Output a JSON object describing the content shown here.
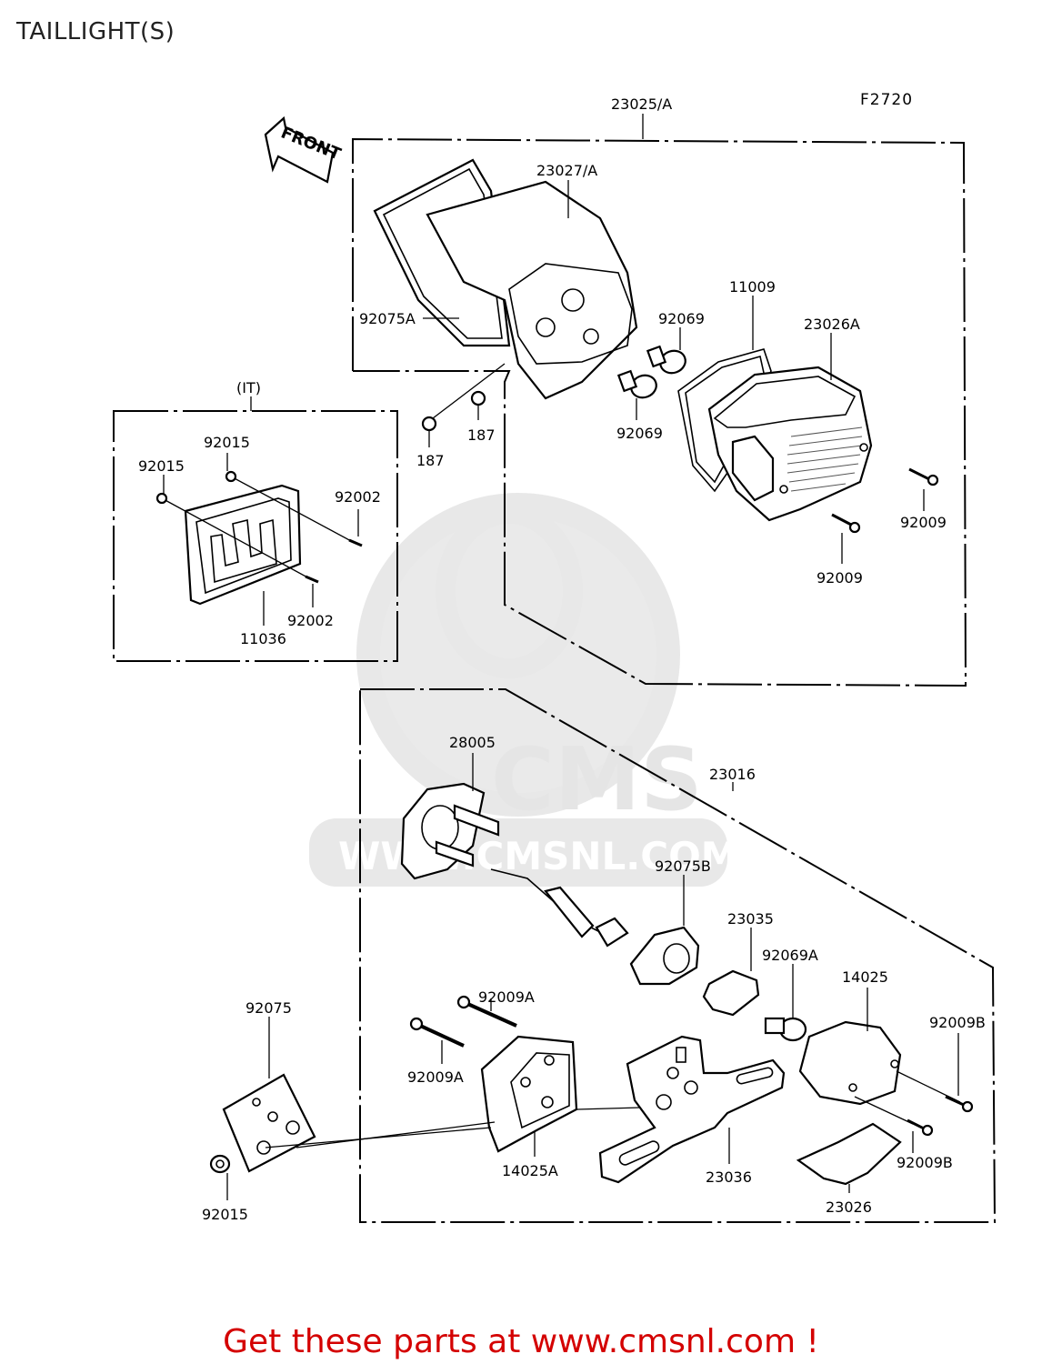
{
  "title": "TAILLIGHT(S)",
  "figure_code": "F2720",
  "front_label": "FRONT",
  "watermark": "WWW.CMSNL.COM",
  "watermark_logo": "CMS",
  "group_labels": {
    "upper": "23025/A",
    "italy": "(IT)"
  },
  "parts": {
    "p23027a": "23027/A",
    "p92075a": "92075A",
    "p92069_top": "92069",
    "p92069_bot": "92069",
    "p11009": "11009",
    "p23026a": "23026A",
    "p187_left": "187",
    "p187_right": "187",
    "p92009_right": "92009",
    "p92009_bottom": "92009",
    "p92015_a": "92015",
    "p92015_b": "92015",
    "p92002_a": "92002",
    "p92002_b": "92002",
    "p11036": "11036",
    "p28005": "28005",
    "p23016": "23016",
    "p92075b": "92075B",
    "p23035": "23035",
    "p92069a": "92069A",
    "p14025": "14025",
    "p92009a_top": "92009A",
    "p92009a_bot": "92009A",
    "p92009b_top": "92009B",
    "p92009b_bot": "92009B",
    "p92075": "92075",
    "p92015_c": "92015",
    "p14025a": "14025A",
    "p23036": "23036",
    "p23026": "23026"
  },
  "footer": "Get these parts at www.cmsnl.com !"
}
